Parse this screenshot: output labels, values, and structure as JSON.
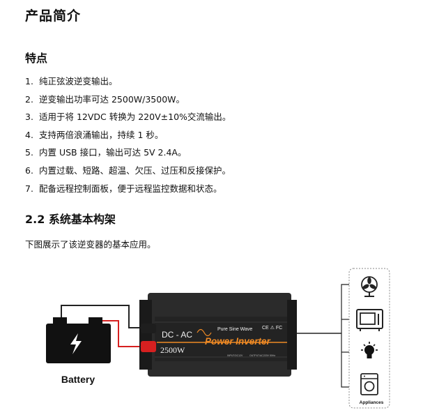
{
  "page": {
    "title": "产品简介",
    "features_heading": "特点",
    "features": [
      {
        "num": "1.",
        "text": "纯正弦波逆变输出。"
      },
      {
        "num": "2.",
        "text": "逆变输出功率可达 2500W/3500W。"
      },
      {
        "num": "3.",
        "text": "适用于将 12VDC 转换为 220V±10%交流输出。"
      },
      {
        "num": "4.",
        "text": "支持两倍浪涌输出，持续 1 秒。"
      },
      {
        "num": "5.",
        "text": "内置 USB 接口，输出可达 5V 2.4A。"
      },
      {
        "num": "6.",
        "text": "内置过载、短路、超温、欠压、过压和反接保护。"
      },
      {
        "num": "7.",
        "text": "配备远程控制面板，便于远程监控数据和状态。"
      }
    ],
    "section_heading": "2.2 系统基本构架",
    "section_intro": "下图展示了该逆变器的基本应用。"
  },
  "diagram": {
    "battery_label": "Battery",
    "inverter_mode": "DC - AC",
    "inverter_wave": "Pure Sine Wave",
    "inverter_brand": "Power Inverter",
    "inverter_power": "2500W",
    "inverter_cert": "CE ⚠ FC",
    "inverter_fine_print_1": "INPUT:DC12V",
    "inverter_fine_print_2": "OUTPUT:AC220V 50Hz",
    "appliances_label": "Appliances",
    "appliance_icons": [
      "fan-icon",
      "microwave-icon",
      "lightbulb-icon",
      "washing-machine-icon"
    ],
    "colors": {
      "inverter_body": "#232323",
      "inverter_accent": "#f08a24",
      "wire_positive": "#d62020",
      "wire_negative": "#222222"
    }
  }
}
